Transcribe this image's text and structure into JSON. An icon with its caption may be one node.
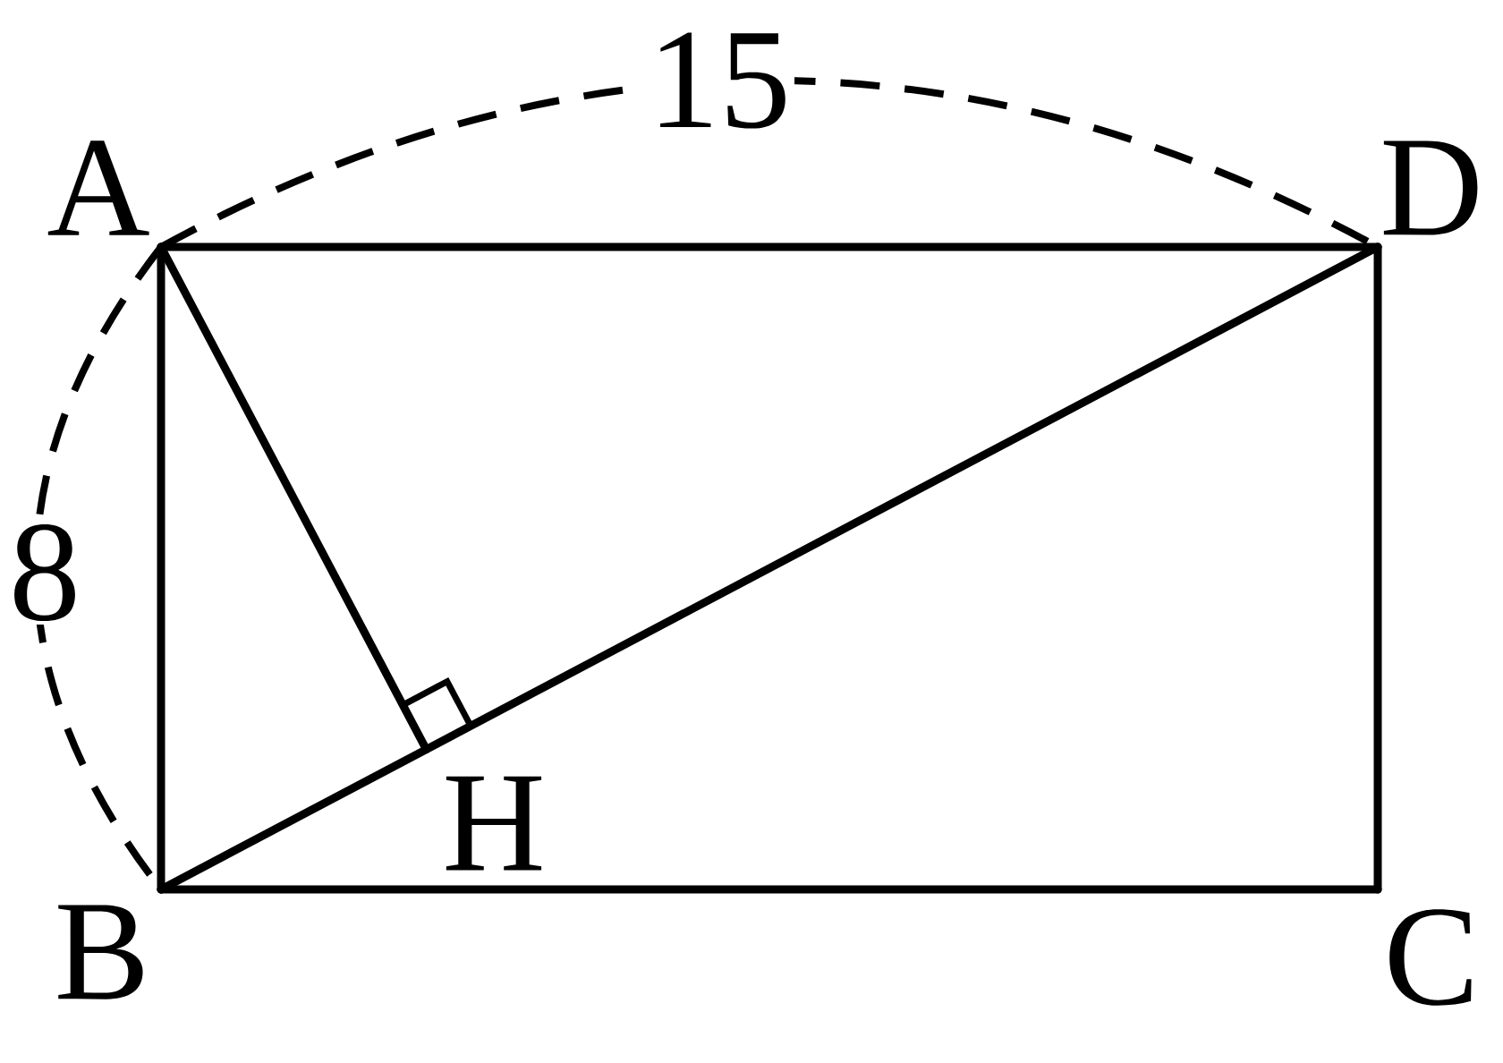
{
  "diagram": {
    "nodes": [
      {
        "text": [],
        "shape": "point",
        "beside": [
          "A"
        ]
      },
      {
        "text": [],
        "shape": "point",
        "beside": [
          "B"
        ]
      },
      {
        "text": [],
        "shape": "point",
        "beside": [
          "C"
        ]
      },
      {
        "text": [],
        "shape": "point",
        "beside": [
          "D"
        ]
      },
      {
        "text": [],
        "shape": "point",
        "beside": [
          "H"
        ]
      }
    ],
    "edges": [
      {
        "from": 0,
        "to": 3,
        "arrow": "none"
      },
      {
        "from": 0,
        "to": 1,
        "arrow": "none"
      },
      {
        "from": 1,
        "to": 2,
        "arrow": "none"
      },
      {
        "from": 3,
        "to": 2,
        "arrow": "none"
      },
      {
        "from": 1,
        "to": 3,
        "arrow": "none"
      },
      {
        "from": 0,
        "to": 4,
        "arrow": "none"
      }
    ],
    "labels": [
      "15",
      "8"
    ]
  }
}
